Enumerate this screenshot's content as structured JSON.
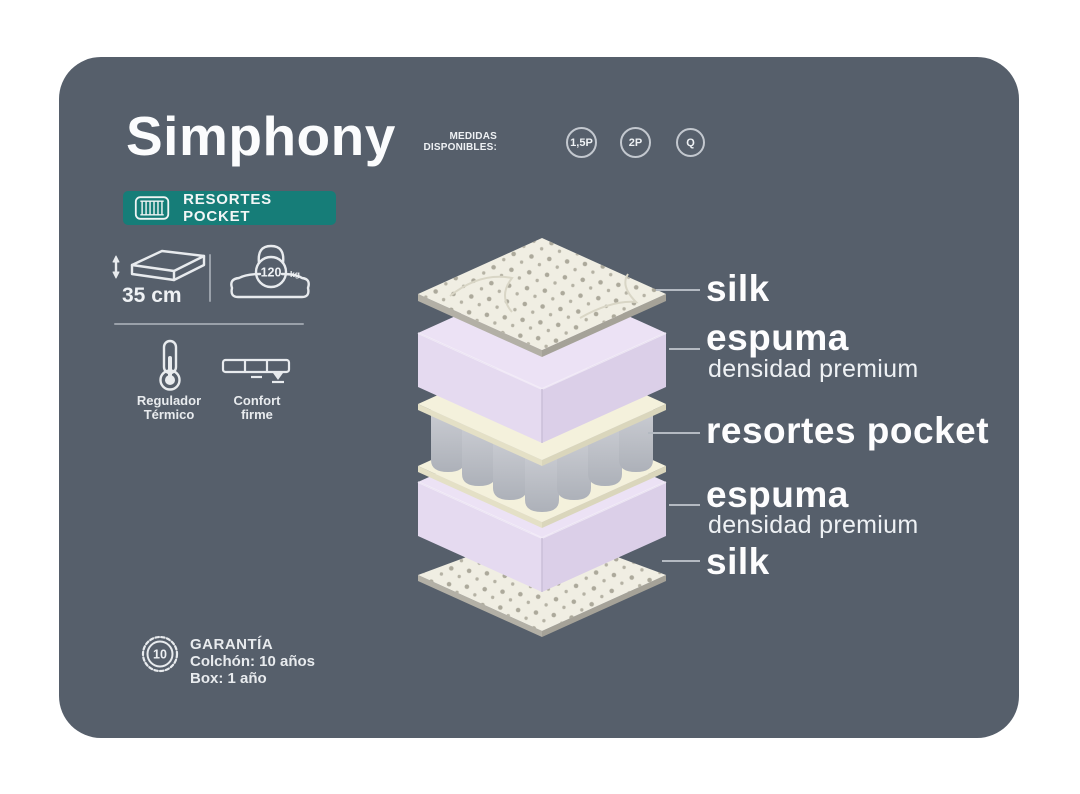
{
  "title": "Simphony",
  "badge": {
    "label": "RESORTES POCKET"
  },
  "medidas": {
    "line1": "MEDIDAS",
    "line2": "DISPONIBLES:",
    "sizes": [
      "1,5P",
      "2P",
      "Q"
    ]
  },
  "specs": {
    "height": {
      "value": "35 cm"
    },
    "weight": {
      "value": "120",
      "unit": "kg"
    },
    "thermal": {
      "line1": "Regulador",
      "line2": "Térmico"
    },
    "comfort": {
      "line1": "Confort",
      "line2": "firme"
    }
  },
  "layers": {
    "silk_top": {
      "label": "silk"
    },
    "espuma_top": {
      "label": "espuma",
      "sublabel": "densidad premium"
    },
    "resortes": {
      "label": "resortes pocket"
    },
    "espuma_bottom": {
      "label": "espuma",
      "sublabel": "densidad premium"
    },
    "silk_bottom": {
      "label": "silk"
    }
  },
  "warranty": {
    "badge": "10",
    "title": "GARANTÍA",
    "line1": "Colchón: 10 años",
    "line2": "Box: 1 año"
  },
  "colors": {
    "card_bg": "#565f6b",
    "accent_teal": "#167d78",
    "foam_lavender": "#e5daf0",
    "sheet_cream": "#f4f1dc",
    "silk_fabric": "#f0eee3",
    "spring_gray": "#b4b8bf"
  }
}
